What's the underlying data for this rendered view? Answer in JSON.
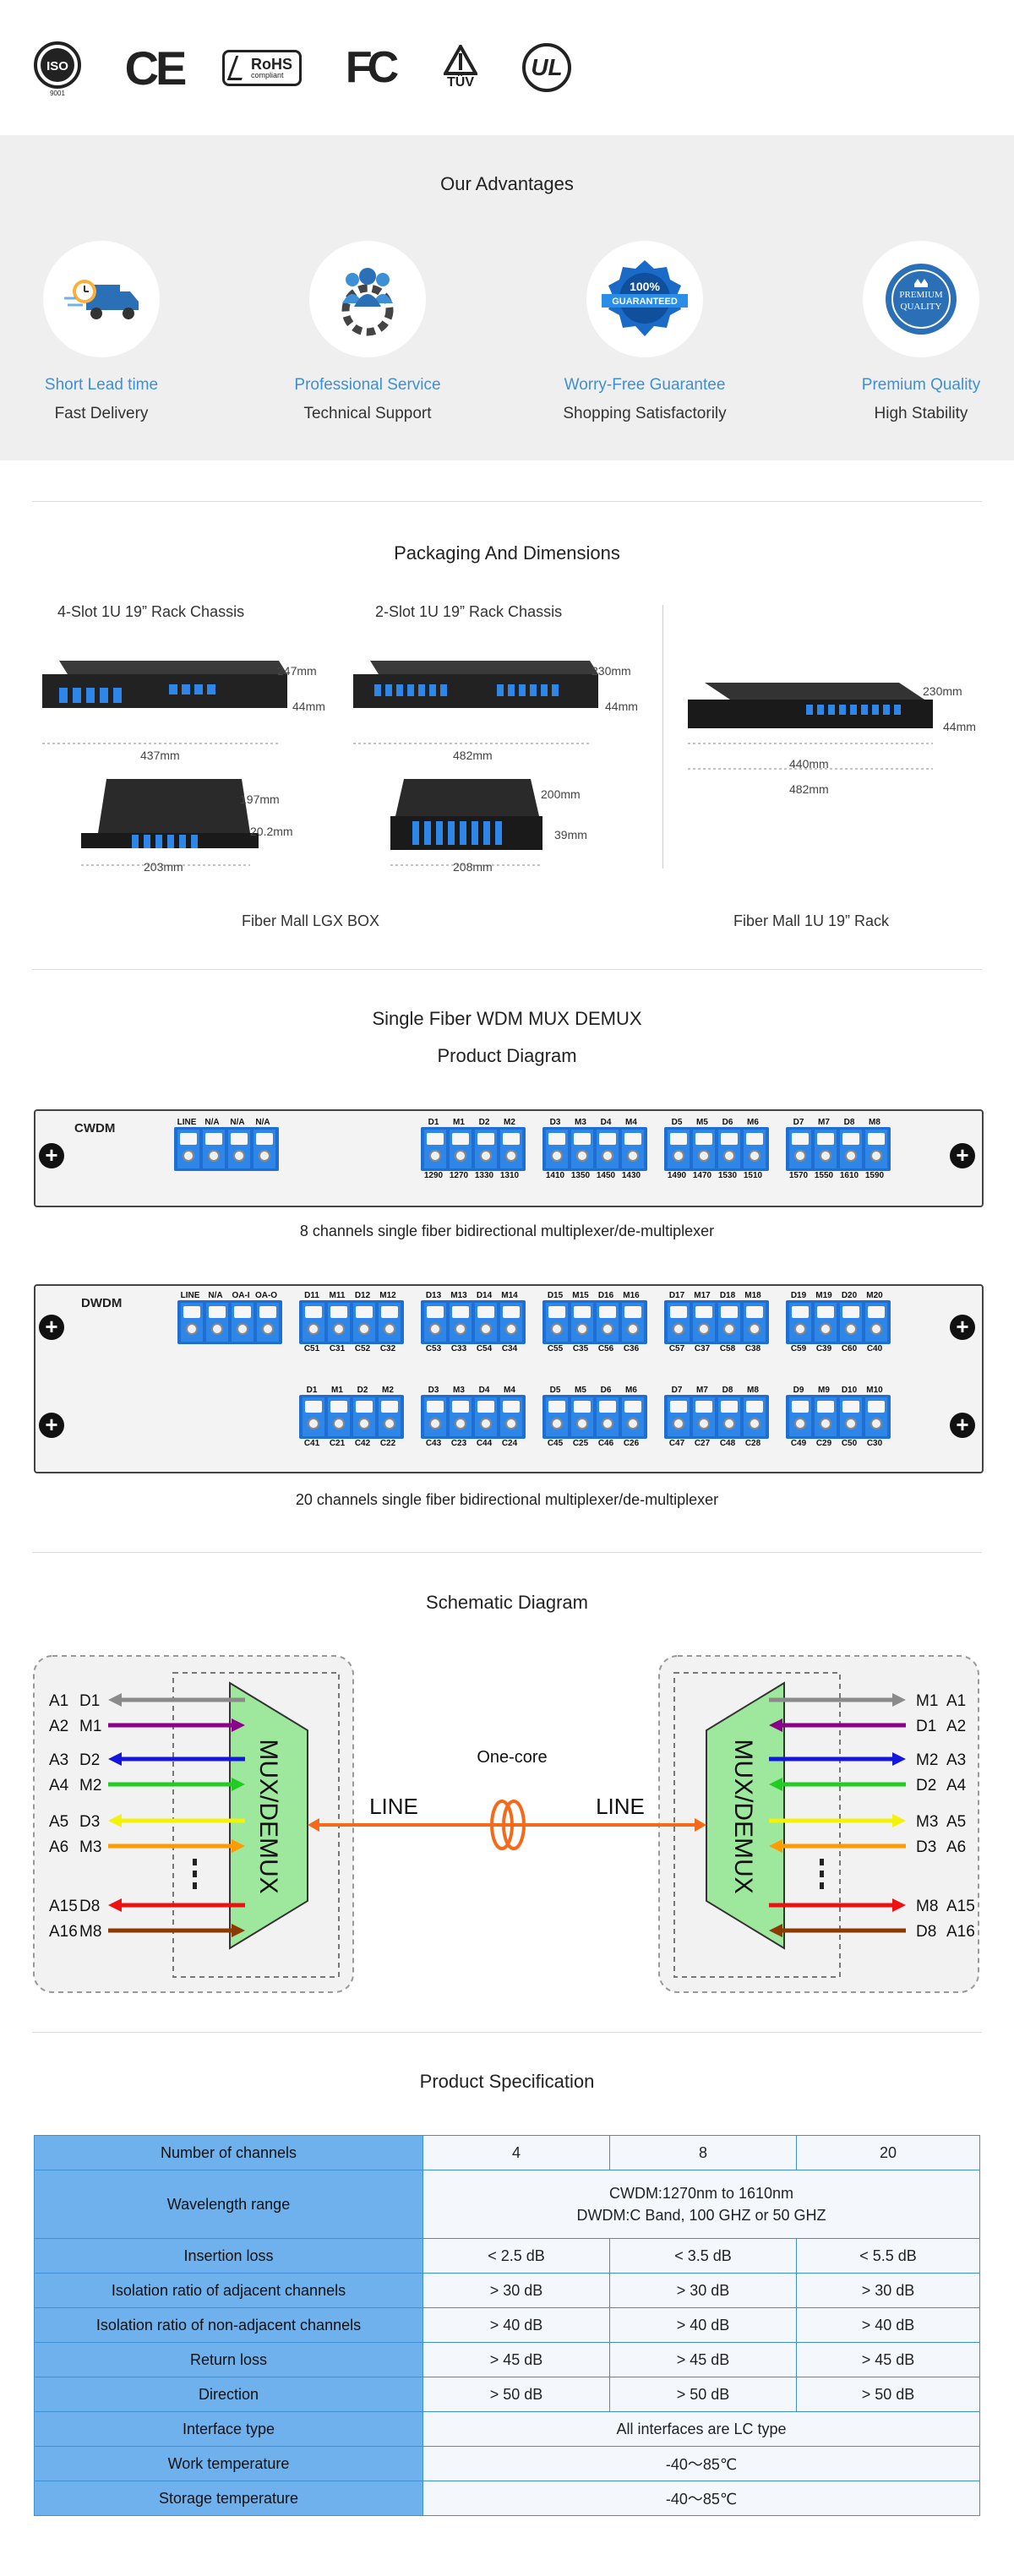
{
  "certs": {
    "iso": "ISO",
    "iso_sub": "9001",
    "ce": "CE",
    "rohs": "RoHS",
    "rohs_sub": "compliant",
    "fc": "FC",
    "tuv": "TÜV",
    "ul": "UL"
  },
  "advantages": {
    "title": "Our Advantages",
    "items": [
      {
        "title": "Short Lead time",
        "subtitle": "Fast Delivery"
      },
      {
        "title": "Professional Service",
        "subtitle": "Technical Support"
      },
      {
        "title": "Worry-Free Guarantee",
        "subtitle": "Shopping Satisfactorily",
        "badge1": "100%",
        "badge2": "GUARANTEED"
      },
      {
        "title": "Premium Quality",
        "subtitle": "High Stability",
        "badge1": "PREMIUM",
        "badge2": "QUALITY"
      }
    ]
  },
  "packaging": {
    "title": "Packaging And Dimensions",
    "chassis4": "4-Slot 1U 19” Rack Chassis",
    "chassis2": "2-Slot 1U 19” Rack Chassis",
    "lgx_caption": "Fiber Mall LGX BOX",
    "rack_caption": "Fiber Mall 1U 19” Rack",
    "dims": {
      "c4_depth": "247mm",
      "c4_h": "44mm",
      "c4_w": "437mm",
      "c2_depth": "230mm",
      "c2_h": "44mm",
      "c2_w": "482mm",
      "lgx1_depth": "197mm",
      "lgx1_h": "20.2mm",
      "lgx1_w": "203mm",
      "lgx2_depth": "200mm",
      "lgx2_h": "39mm",
      "lgx2_w": "208mm",
      "rack_depth": "230mm",
      "rack_h": "44mm",
      "rack_w1": "440mm",
      "rack_w2": "482mm"
    }
  },
  "product_diagram": {
    "title1": "Single Fiber WDM MUX DEMUX",
    "title2": "Product Diagram",
    "cwdm": {
      "label": "CWDM",
      "caption": "8 channels single fiber bidirectional multiplexer/de-multiplexer",
      "groups": [
        {
          "top": [
            "LINE",
            "N/A",
            "N/A",
            "N/A"
          ],
          "bottom": [
            "",
            "",
            "",
            ""
          ]
        },
        {
          "top": [
            "D1",
            "M1",
            "D2",
            "M2"
          ],
          "bottom": [
            "1290",
            "1270",
            "1330",
            "1310"
          ]
        },
        {
          "top": [
            "D3",
            "M3",
            "D4",
            "M4"
          ],
          "bottom": [
            "1410",
            "1350",
            "1450",
            "1430"
          ]
        },
        {
          "top": [
            "D5",
            "M5",
            "D6",
            "M6"
          ],
          "bottom": [
            "1490",
            "1470",
            "1530",
            "1510"
          ]
        },
        {
          "top": [
            "D7",
            "M7",
            "D8",
            "M8"
          ],
          "bottom": [
            "1570",
            "1550",
            "1610",
            "1590"
          ]
        }
      ]
    },
    "dwdm": {
      "label": "DWDM",
      "caption": "20 channels single fiber bidirectional multiplexer/de-multiplexer",
      "row1": [
        {
          "top": [
            "LINE",
            "N/A",
            "OA-I",
            "OA-O"
          ],
          "bottom": [
            "",
            "",
            "",
            ""
          ]
        },
        {
          "top": [
            "D11",
            "M11",
            "D12",
            "M12"
          ],
          "bottom": [
            "C51",
            "C31",
            "C52",
            "C32"
          ]
        },
        {
          "top": [
            "D13",
            "M13",
            "D14",
            "M14"
          ],
          "bottom": [
            "C53",
            "C33",
            "C54",
            "C34"
          ]
        },
        {
          "top": [
            "D15",
            "M15",
            "D16",
            "M16"
          ],
          "bottom": [
            "C55",
            "C35",
            "C56",
            "C36"
          ]
        },
        {
          "top": [
            "D17",
            "M17",
            "D18",
            "M18"
          ],
          "bottom": [
            "C57",
            "C37",
            "C58",
            "C38"
          ]
        },
        {
          "top": [
            "D19",
            "M19",
            "D20",
            "M20"
          ],
          "bottom": [
            "C59",
            "C39",
            "C60",
            "C40"
          ]
        }
      ],
      "row2": [
        {
          "top": [
            "D1",
            "M1",
            "D2",
            "M2"
          ],
          "bottom": [
            "C41",
            "C21",
            "C42",
            "C22"
          ]
        },
        {
          "top": [
            "D3",
            "M3",
            "D4",
            "M4"
          ],
          "bottom": [
            "C43",
            "C23",
            "C44",
            "C24"
          ]
        },
        {
          "top": [
            "D5",
            "M5",
            "D6",
            "M6"
          ],
          "bottom": [
            "C45",
            "C25",
            "C46",
            "C26"
          ]
        },
        {
          "top": [
            "D7",
            "M7",
            "D8",
            "M8"
          ],
          "bottom": [
            "C47",
            "C27",
            "C48",
            "C28"
          ]
        },
        {
          "top": [
            "D9",
            "M9",
            "D10",
            "M10"
          ],
          "bottom": [
            "C49",
            "C29",
            "C50",
            "C30"
          ]
        }
      ]
    }
  },
  "schematic": {
    "title": "Schematic Diagram",
    "mux_label": "MUX/DEMUX",
    "line_label": "LINE",
    "core_label": "One-core",
    "left": [
      {
        "a": "A1",
        "b": "D1",
        "color": "#8a8a8a",
        "dir": "out"
      },
      {
        "a": "A2",
        "b": "M1",
        "color": "#8b008b",
        "dir": "in"
      },
      {
        "a": "A3",
        "b": "D2",
        "color": "#1515e0",
        "dir": "out"
      },
      {
        "a": "A4",
        "b": "M2",
        "color": "#22cc22",
        "dir": "in"
      },
      {
        "a": "A5",
        "b": "D3",
        "color": "#f2f20a",
        "dir": "out"
      },
      {
        "a": "A6",
        "b": "M3",
        "color": "#ff9a00",
        "dir": "in"
      },
      {
        "a": "A15",
        "b": "D8",
        "color": "#ee1111",
        "dir": "out"
      },
      {
        "a": "A16",
        "b": "M8",
        "color": "#8b3a00",
        "dir": "in"
      }
    ],
    "right": [
      {
        "a": "M1",
        "b": "A1",
        "color": "#8a8a8a",
        "dir": "in"
      },
      {
        "a": "D1",
        "b": "A2",
        "color": "#8b008b",
        "dir": "out"
      },
      {
        "a": "M2",
        "b": "A3",
        "color": "#1515e0",
        "dir": "in"
      },
      {
        "a": "D2",
        "b": "A4",
        "color": "#22cc22",
        "dir": "out"
      },
      {
        "a": "M3",
        "b": "A5",
        "color": "#f2f20a",
        "dir": "in"
      },
      {
        "a": "D3",
        "b": "A6",
        "color": "#ff9a00",
        "dir": "out"
      },
      {
        "a": "M8",
        "b": "A15",
        "color": "#ee1111",
        "dir": "in"
      },
      {
        "a": "D8",
        "b": "A16",
        "color": "#8b3a00",
        "dir": "out"
      }
    ]
  },
  "spec": {
    "title": "Product Specification",
    "rows": [
      {
        "label": "Number of channels",
        "v": [
          "4",
          "8",
          "20"
        ]
      },
      {
        "label": "Wavelength range",
        "merged": "CWDM:1270nm to 1610nm",
        "merged2": "DWDM:C Band, 100 GHZ or 50 GHZ"
      },
      {
        "label": "Insertion loss",
        "v": [
          "< 2.5 dB",
          "< 3.5 dB",
          "< 5.5 dB"
        ]
      },
      {
        "label": "Isolation ratio of adjacent channels",
        "v": [
          "> 30 dB",
          "> 30 dB",
          "> 30 dB"
        ]
      },
      {
        "label": "Isolation ratio of non-adjacent channels",
        "v": [
          "> 40 dB",
          "> 40 dB",
          "> 40 dB"
        ]
      },
      {
        "label": "Return loss",
        "v": [
          "> 45 dB",
          "> 45 dB",
          "> 45 dB"
        ]
      },
      {
        "label": "Direction",
        "v": [
          "> 50 dB",
          "> 50 dB",
          "> 50 dB"
        ]
      },
      {
        "label": "Interface type",
        "merged": "All interfaces are LC type"
      },
      {
        "label": "Work temperature",
        "merged": "-40〜85℃"
      },
      {
        "label": "Storage temperature",
        "merged": "-40〜85℃"
      }
    ]
  }
}
